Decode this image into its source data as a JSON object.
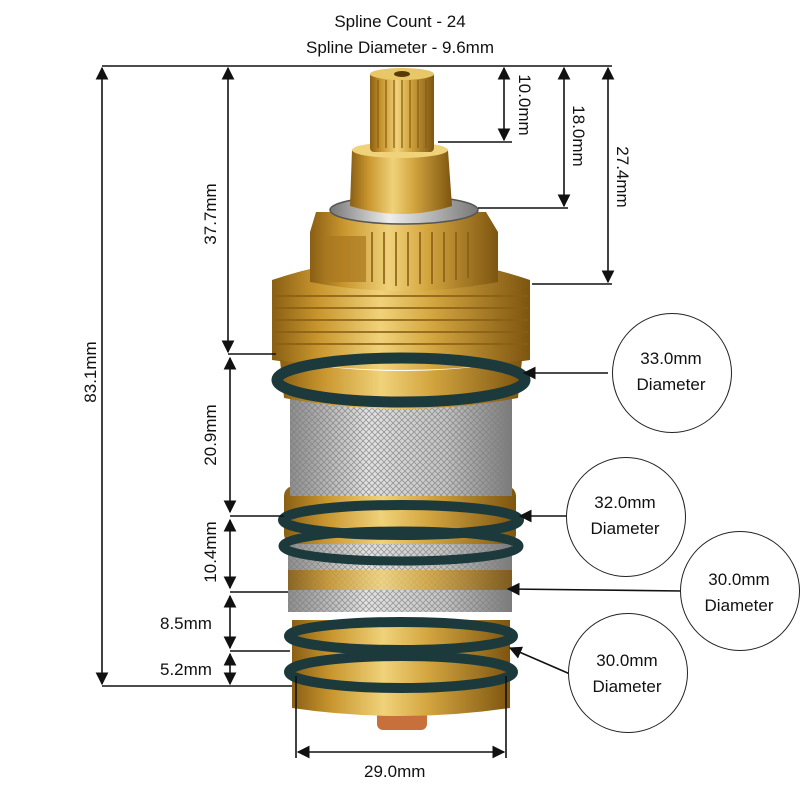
{
  "header": {
    "spline_count": "Spline Count - 24",
    "spline_diameter": "Spline Diameter - 9.6mm"
  },
  "dimensions": {
    "total_height": "83.1mm",
    "upper_body": "37.7mm",
    "filter_section": "20.9mm",
    "mid_section": "10.4mm",
    "lower_section": "8.5mm",
    "bottom_section": "5.2mm",
    "spline_height": "10.0mm",
    "stem_height": "18.0mm",
    "head_height": "27.4mm",
    "base_width": "29.0mm"
  },
  "diameters": [
    {
      "value": "33.0mm",
      "label": "Diameter"
    },
    {
      "value": "32.0mm",
      "label": "Diameter"
    },
    {
      "value": "30.0mm",
      "label": "Diameter"
    },
    {
      "value": "30.0mm",
      "label": "Diameter"
    }
  ],
  "colors": {
    "brass": "#c9962e",
    "brass_light": "#ecc865",
    "brass_dark": "#8a5f14",
    "oring": "#1c3a3c",
    "mesh": "#bdbdbd",
    "line": "#111111"
  }
}
